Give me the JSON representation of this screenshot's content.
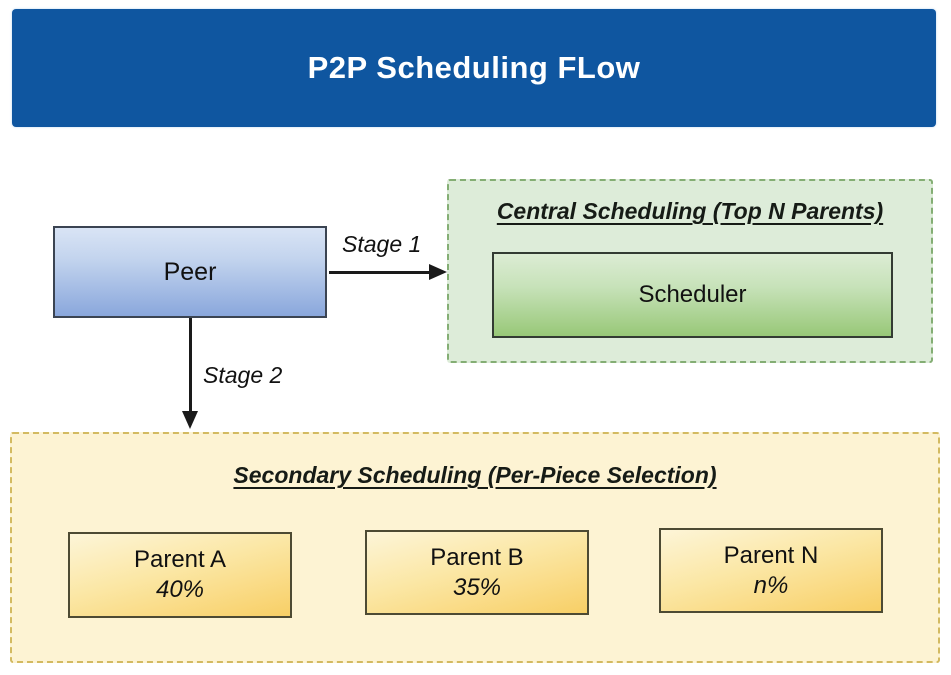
{
  "header": {
    "title": "P2P Scheduling FLow"
  },
  "nodes": {
    "peer": {
      "label": "Peer"
    },
    "scheduler": {
      "label": "Scheduler"
    }
  },
  "edges": {
    "stage1": {
      "label": "Stage 1"
    },
    "stage2": {
      "label": "Stage 2"
    }
  },
  "central_group": {
    "title": "Central Scheduling (Top N Parents)"
  },
  "secondary_group": {
    "title": "Secondary Scheduling (Per-Piece Selection)",
    "parents": [
      {
        "label": "Parent A",
        "share": "40%"
      },
      {
        "label": "Parent B",
        "share": "35%"
      },
      {
        "label": "Parent N",
        "share": "n%"
      }
    ]
  },
  "palette": {
    "banner_blue": "#0f56a0",
    "banner_text": "#ffffff",
    "peer_gradient_top": "#d9e4f5",
    "peer_gradient_bottom": "#8aa7dc",
    "central_group_fill": "#ddecd9",
    "central_group_border": "#84ae74",
    "scheduler_gradient_top": "#dcecd4",
    "scheduler_gradient_bottom": "#98c878",
    "secondary_group_fill": "#fdf3d3",
    "secondary_group_border": "#d3ba61",
    "parent_gradient_top": "#fdf5d8",
    "parent_gradient_bottom": "#f8cf66",
    "node_border_dark": "#3b4452",
    "arrow_color": "#1a1a1a"
  }
}
